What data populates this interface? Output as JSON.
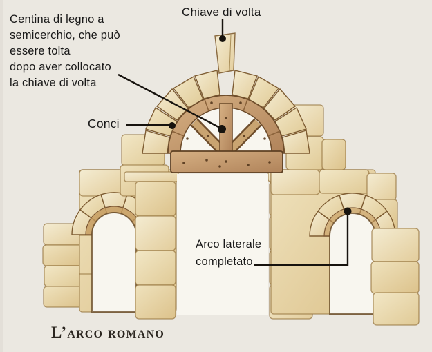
{
  "page": {
    "title": "L’arco romano",
    "background": "#ebe8e1"
  },
  "labels": {
    "keystone": "Chiave di volta",
    "centering_note": "Centina di legno a\nsemicerchio, che può\nessere tolta\ndopo aver collocato\nla chiave di volta",
    "voussoirs": "Conci",
    "lateral_arch": "Arco laterale\ncompletato"
  },
  "colors": {
    "background": "#ebe8e1",
    "opening_white": "#f8f6ef",
    "stone_light": "#f3ead0",
    "stone_dark": "#ddc392",
    "stone_edge": "#96743f",
    "arch_ring": "#c49a5e",
    "wood": "#c9a471",
    "wood_edge": "#6e4d2c",
    "leader_line": "#17130e",
    "text": "#191919",
    "title_text": "#2b2620"
  }
}
